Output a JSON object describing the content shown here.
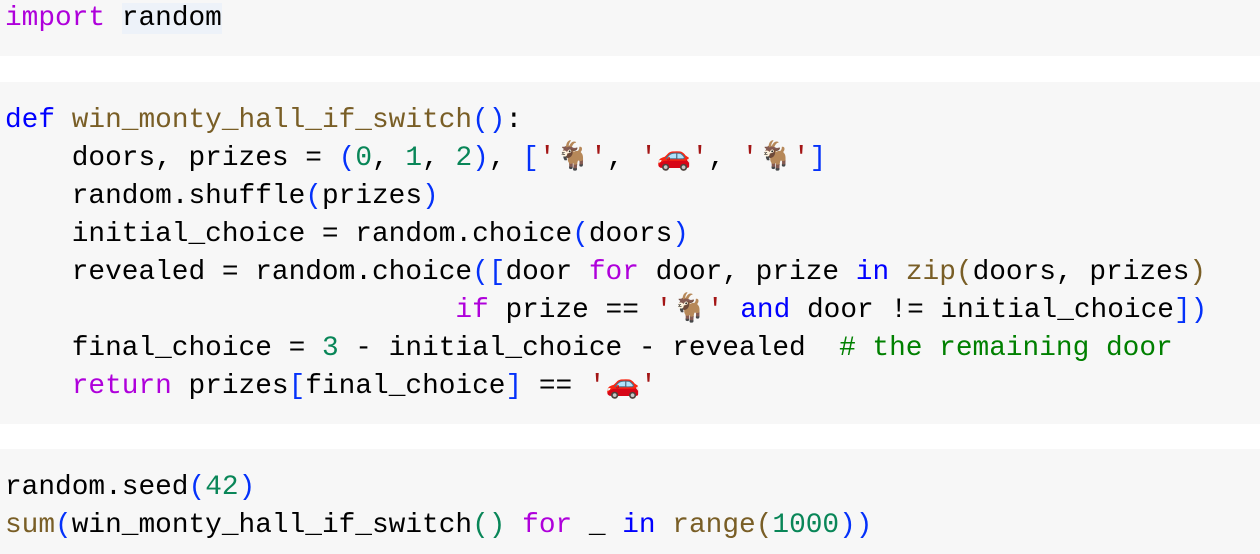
{
  "cells": [
    {
      "lines": [
        [
          [
            "import",
            "kw"
          ],
          [
            " ",
            ""
          ],
          [
            "random",
            "sel"
          ]
        ]
      ]
    },
    {
      "lines": [
        [
          [
            "def",
            "def"
          ],
          [
            " ",
            ""
          ],
          [
            "win_monty_hall_if_switch",
            "fn"
          ],
          [
            "()",
            "br"
          ],
          [
            ":",
            ""
          ]
        ],
        [
          [
            "    doors, prizes = ",
            ""
          ],
          [
            "(",
            "br"
          ],
          [
            "0",
            "num"
          ],
          [
            ", ",
            ""
          ],
          [
            "1",
            "num"
          ],
          [
            ", ",
            ""
          ],
          [
            "2",
            "num"
          ],
          [
            ")",
            "br"
          ],
          [
            ", ",
            ""
          ],
          [
            "[",
            "br"
          ],
          [
            "'🐐'",
            "str"
          ],
          [
            ", ",
            ""
          ],
          [
            "'🚗'",
            "str"
          ],
          [
            ", ",
            ""
          ],
          [
            "'🐐'",
            "str"
          ],
          [
            "]",
            "br"
          ]
        ],
        [
          [
            "    random.shuffle",
            ""
          ],
          [
            "(",
            "br"
          ],
          [
            "prizes",
            ""
          ],
          [
            ")",
            "br"
          ]
        ],
        [
          [
            "    initial_choice = random.choice",
            ""
          ],
          [
            "(",
            "br"
          ],
          [
            "doors",
            ""
          ],
          [
            ")",
            "br"
          ]
        ],
        [
          [
            "    revealed = random.choice",
            ""
          ],
          [
            "([",
            "br"
          ],
          [
            "door ",
            ""
          ],
          [
            "for",
            "kw"
          ],
          [
            " door, prize ",
            ""
          ],
          [
            "in",
            "def"
          ],
          [
            " ",
            ""
          ],
          [
            "zip",
            "fn"
          ],
          [
            "(",
            "br2"
          ],
          [
            "doors, prizes",
            ""
          ],
          [
            ")",
            "br2"
          ]
        ],
        [
          [
            "                           ",
            ""
          ],
          [
            "if",
            "kw"
          ],
          [
            " prize == ",
            ""
          ],
          [
            "'🐐'",
            "str"
          ],
          [
            " ",
            ""
          ],
          [
            "and",
            "def"
          ],
          [
            " door != initial_choice",
            ""
          ],
          [
            "])",
            "br"
          ]
        ],
        [
          [
            "    final_choice = ",
            ""
          ],
          [
            "3",
            "num"
          ],
          [
            " - initial_choice - revealed  ",
            ""
          ],
          [
            "# the remaining door",
            "cm"
          ]
        ],
        [
          [
            "    ",
            ""
          ],
          [
            "return",
            "kw"
          ],
          [
            " prizes",
            ""
          ],
          [
            "[",
            "br"
          ],
          [
            "final_choice",
            ""
          ],
          [
            "]",
            "br"
          ],
          [
            " == ",
            ""
          ],
          [
            "'🚗'",
            "str"
          ]
        ]
      ]
    },
    {
      "lines": [
        [
          [
            "random.seed",
            ""
          ],
          [
            "(",
            "br"
          ],
          [
            "42",
            "num"
          ],
          [
            ")",
            "br"
          ]
        ],
        [
          [
            "sum",
            "fn"
          ],
          [
            "(",
            "br"
          ],
          [
            "win_monty_hall_if_switch",
            ""
          ],
          [
            "()",
            "num"
          ],
          [
            " ",
            ""
          ],
          [
            "for",
            "kw"
          ],
          [
            " _ ",
            ""
          ],
          [
            "in",
            "def"
          ],
          [
            " ",
            ""
          ],
          [
            "range",
            "fn"
          ],
          [
            "(",
            "br2"
          ],
          [
            "1000",
            "num"
          ],
          [
            "))",
            "br"
          ]
        ]
      ]
    }
  ]
}
